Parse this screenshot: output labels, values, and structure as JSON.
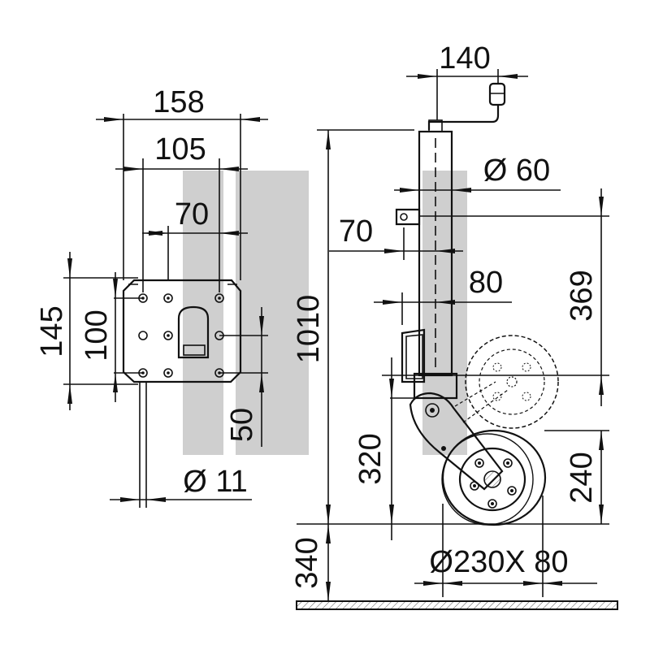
{
  "watermark_color": "#cfcfcf",
  "line_color": "#111111",
  "left_view": {
    "dim_158": "158",
    "dim_105": "105",
    "dim_70": "70",
    "dim_145": "145",
    "dim_100": "100",
    "dim_50": "50",
    "dim_d11": "Ø 11"
  },
  "right_view": {
    "dim_140": "140",
    "dim_d60": "Ø 60",
    "dim_70": "70",
    "dim_80": "80",
    "dim_369": "369",
    "dim_1010": "1010",
    "dim_320": "320",
    "dim_240": "240",
    "dim_340": "340",
    "dim_wheel": "Ø230X 80"
  }
}
